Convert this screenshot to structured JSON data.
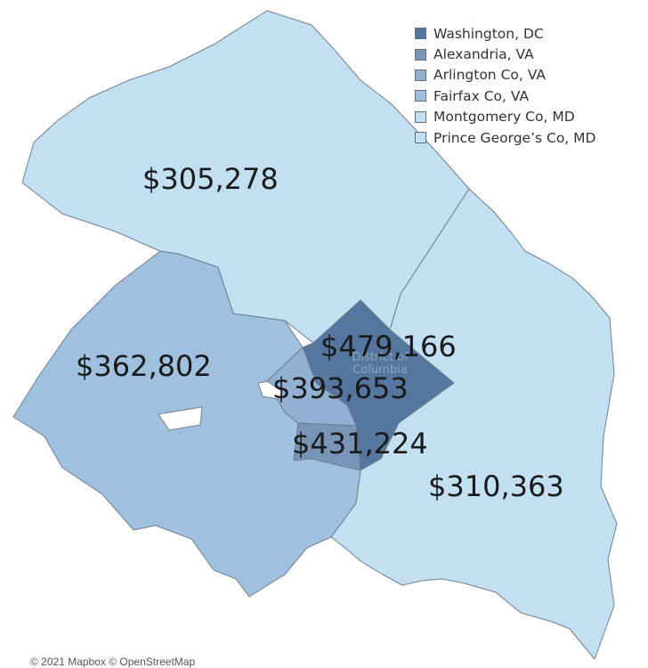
{
  "legend": {
    "items": [
      {
        "name": "Washington, DC",
        "color": "#54769f"
      },
      {
        "name": "Alexandria, VA",
        "color": "#7895b8"
      },
      {
        "name": "Arlington Co, VA",
        "color": "#92b0d1"
      },
      {
        "name": "Fairfax Co, VA",
        "color": "#9fc0de"
      },
      {
        "name": "Montgomery Co, MD",
        "color": "#c3dff2"
      },
      {
        "name": "Prince George’s Co, MD",
        "color": "#c3dff2"
      }
    ]
  },
  "regions": {
    "montgomery": {
      "value": "$305,278",
      "color": "#c3dff2"
    },
    "fairfax": {
      "value": "$362,802",
      "color": "#9fc0de"
    },
    "dc": {
      "value": "$479,166",
      "color": "#54769f"
    },
    "arlington": {
      "value": "$393,653",
      "color": "#92b0d1"
    },
    "alexandria": {
      "value": "$431,224",
      "color": "#7895b8"
    },
    "prince_georges": {
      "value": "$310,363",
      "color": "#c3dff2"
    }
  },
  "dc_faint_label": "District of Columbia",
  "footer": {
    "attribution": "© 2021 Mapbox © OpenStreetMap"
  }
}
